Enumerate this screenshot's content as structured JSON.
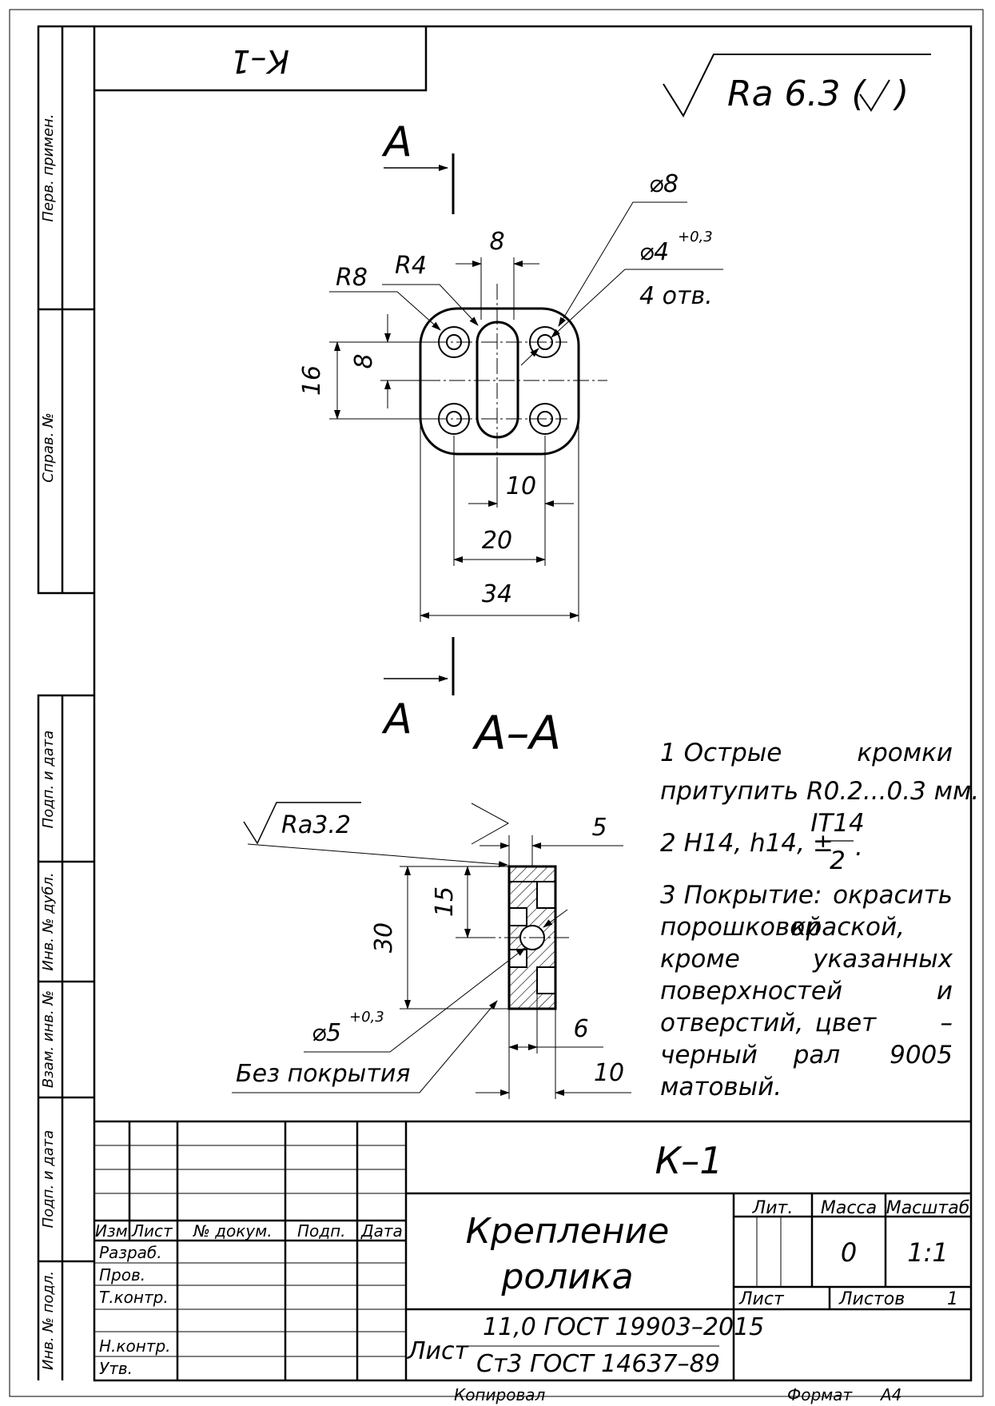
{
  "corner_stamp": "К–1",
  "roughness": {
    "general": "Ra 6.3 (",
    "general_close": ")",
    "local": "Ra3.2"
  },
  "section": {
    "cut_letter": "А",
    "title": "А–А"
  },
  "plan_dims": {
    "dia8": "⌀8",
    "dia4": "⌀4",
    "dia4_tol": "+0,3",
    "holes": "4 отв.",
    "r8": "R8",
    "r4": "R4",
    "top8": "8",
    "side8": "8",
    "side16": "16",
    "d10": "10",
    "d20": "20",
    "d34": "34"
  },
  "section_dims": {
    "d5": "5",
    "d15": "15",
    "d30": "30",
    "d6": "6",
    "d10": "10",
    "dia5": "⌀5",
    "dia5_tol": "+0,3",
    "no_coating": "Без покрытия"
  },
  "notes": {
    "n1_a": "1 Острые",
    "n1_b": "кромки",
    "n1_c": "притупить R0.2...0.3 мм.",
    "n2_a": "2 H14, h14, ±",
    "n2_num": "IT14",
    "n2_den": "2",
    "n2_dot": ".",
    "n3_l1a": "3 Покрытие:",
    "n3_l1b": "окрасить",
    "n3_l2a": "порошковой",
    "n3_l2b": "краской,",
    "n3_l3a": "кроме",
    "n3_l3b": "указанных",
    "n3_l4a": "поверхностей",
    "n3_l4b": "и",
    "n3_l5a": "отверстий,",
    "n3_l5b": "цвет",
    "n3_l5c": "–",
    "n3_l6a": "черный",
    "n3_l6b": "рал",
    "n3_l6c": "9005",
    "n3_l7": "матовый."
  },
  "side_strip": {
    "perv": "Перв. примен.",
    "sprav": "Справ. №",
    "podp1": "Подп. и дата",
    "invdubl": "Инв. № дубл.",
    "vzam": "Взам. инв. №",
    "podp2": "Подп. и дата",
    "invpodl": "Инв. № подл."
  },
  "title_block": {
    "designation": "К–1",
    "name_l1": "Крепление",
    "name_l2": "ролика",
    "material_prefix": "Лист",
    "material_l1": "11,0 ГОСТ 19903–2015",
    "material_l2": "Ст3 ГОСТ 14637–89",
    "lit_label": "Лит.",
    "mass_label": "Масса",
    "scale_label": "Масштаб",
    "mass_value": "0",
    "scale_value": "1:1",
    "sheet_label": "Лист",
    "sheets_label": "Листов",
    "sheets_value": "1",
    "col_izm": "Изм.",
    "col_list": "Лист",
    "col_doc": "№ докум.",
    "col_podp": "Подп.",
    "col_date": "Дата",
    "row_razrab": "Разраб.",
    "row_prov": "Пров.",
    "row_tkontr": "Т.контр.",
    "row_nkontr": "Н.контр.",
    "row_utv": "Утв."
  },
  "footer": {
    "copied": "Копировал",
    "format": "Формат",
    "format_value": "А4"
  }
}
